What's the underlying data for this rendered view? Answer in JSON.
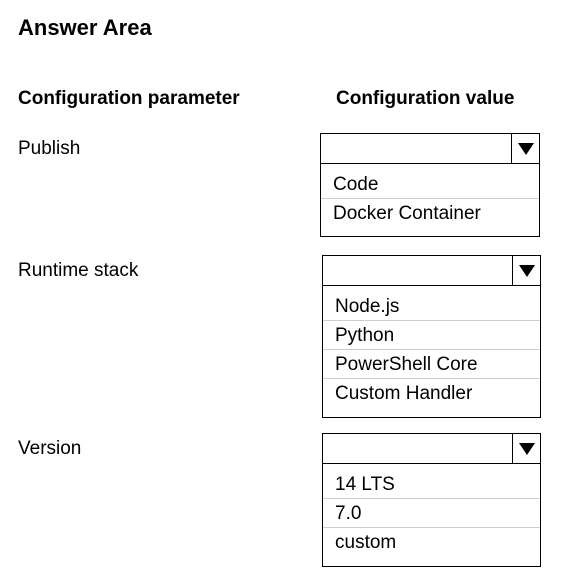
{
  "title": "Answer Area",
  "headers": {
    "parameter": "Configuration parameter",
    "value": "Configuration value"
  },
  "icons": {
    "dropdown_arrow": "triangle-down-icon"
  },
  "rows": [
    {
      "label": "Publish",
      "selected": "",
      "options": [
        "Code",
        "Docker Container"
      ]
    },
    {
      "label": "Runtime stack",
      "selected": "",
      "options": [
        "Node.js",
        "Python",
        "PowerShell Core",
        "Custom Handler"
      ]
    },
    {
      "label": "Version",
      "selected": "",
      "options": [
        "14 LTS",
        "7.0",
        "custom"
      ]
    }
  ]
}
